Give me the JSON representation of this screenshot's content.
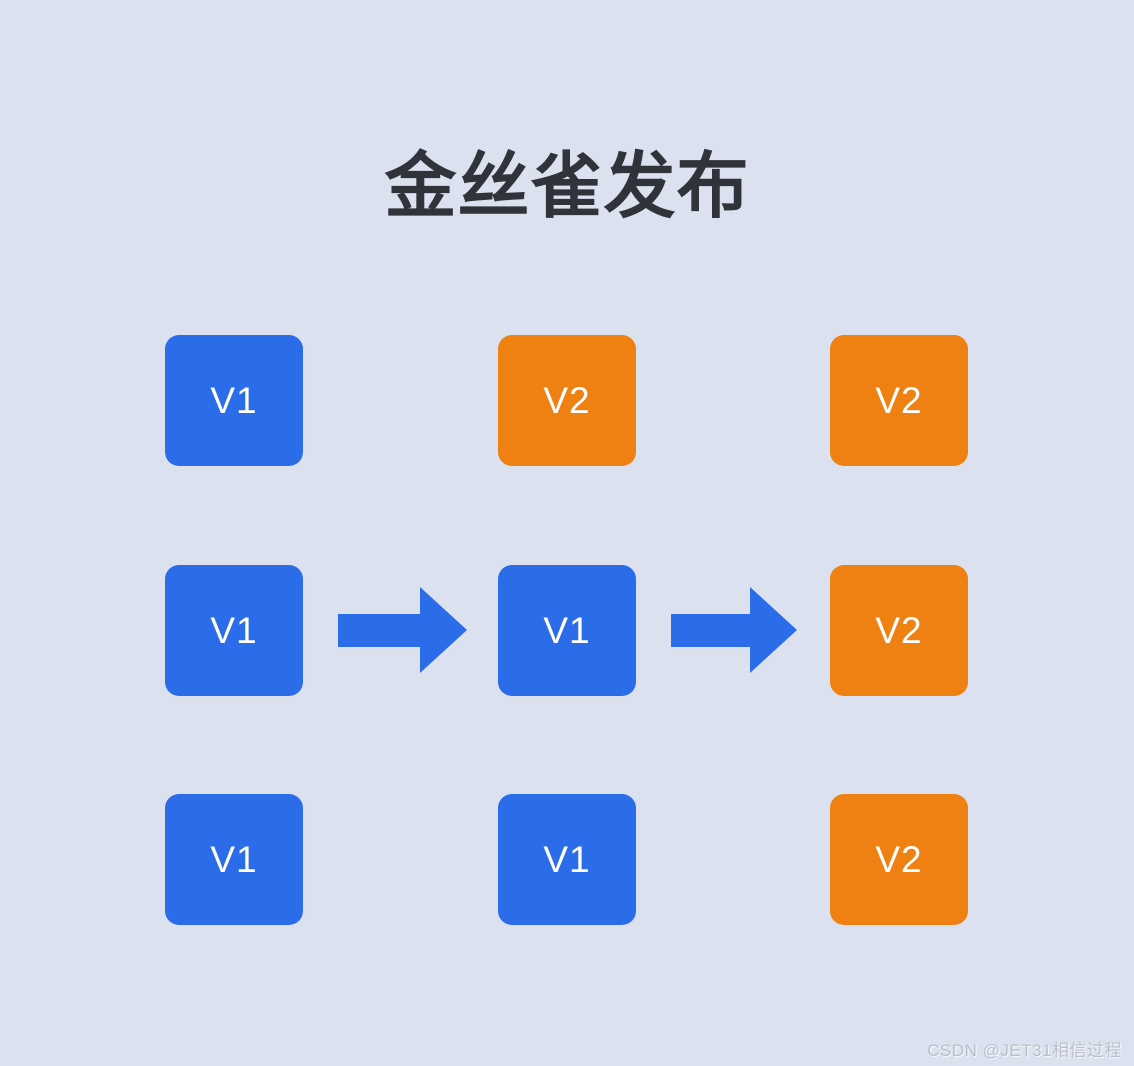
{
  "title": "金丝雀发布",
  "colors": {
    "background": "#dbe1ef",
    "node_blue": "#2b6ce8",
    "node_orange": "#ee8111",
    "title_text": "#30333a",
    "node_text": "#ffffff",
    "watermark_text": "#b9bfca"
  },
  "diagram": {
    "rows": [
      {
        "nodes": [
          {
            "label": "V1",
            "version": "v1"
          },
          {
            "label": "V2",
            "version": "v2"
          },
          {
            "label": "V2",
            "version": "v2"
          }
        ]
      },
      {
        "nodes": [
          {
            "label": "V1",
            "version": "v1"
          },
          {
            "label": "V1",
            "version": "v1"
          },
          {
            "label": "V2",
            "version": "v2"
          }
        ]
      },
      {
        "nodes": [
          {
            "label": "V1",
            "version": "v1"
          },
          {
            "label": "V1",
            "version": "v1"
          },
          {
            "label": "V2",
            "version": "v2"
          }
        ]
      }
    ]
  },
  "watermark": {
    "text": "CSDN @JET31相信过程"
  }
}
